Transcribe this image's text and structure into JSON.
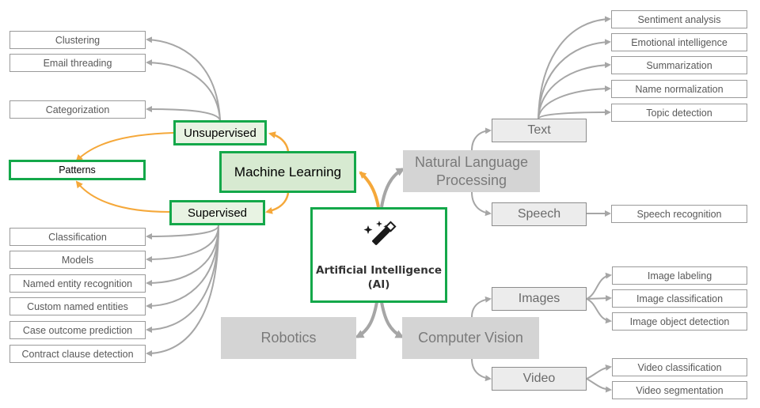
{
  "center": {
    "title": "Artificial Intelligence (AI)",
    "line1": "Artificial Intelligence",
    "line2": "(AI)",
    "icon": "magic-wand-icon"
  },
  "machine_learning": {
    "label": "Machine Learning",
    "unsupervised": {
      "label": "Unsupervised",
      "children": [
        "Clustering",
        "Email threading",
        "Categorization"
      ]
    },
    "supervised": {
      "label": "Supervised",
      "children": [
        "Classification",
        "Models",
        "Named entity recognition",
        "Custom named entities",
        "Case outcome prediction",
        "Contract clause detection"
      ]
    },
    "patterns": "Patterns"
  },
  "nlp": {
    "label": "Natural Language Processing",
    "line1": "Natural Language",
    "line2": "Processing",
    "text": {
      "label": "Text",
      "children": [
        "Sentiment analysis",
        "Emotional intelligence",
        "Summarization",
        "Name normalization",
        "Topic detection"
      ]
    },
    "speech": {
      "label": "Speech",
      "children": [
        "Speech recognition"
      ]
    }
  },
  "computer_vision": {
    "label": "Computer Vision",
    "images": {
      "label": "Images",
      "children": [
        "Image labeling",
        "Image classification",
        "Image object detection"
      ]
    },
    "video": {
      "label": "Video",
      "children": [
        "Video classification",
        "Video segmentation"
      ]
    }
  },
  "robotics": {
    "label": "Robotics"
  },
  "colors": {
    "green_border": "#14a84a",
    "orange_arrow": "#f5a83a",
    "gray_arrow": "#a6a6a6"
  }
}
